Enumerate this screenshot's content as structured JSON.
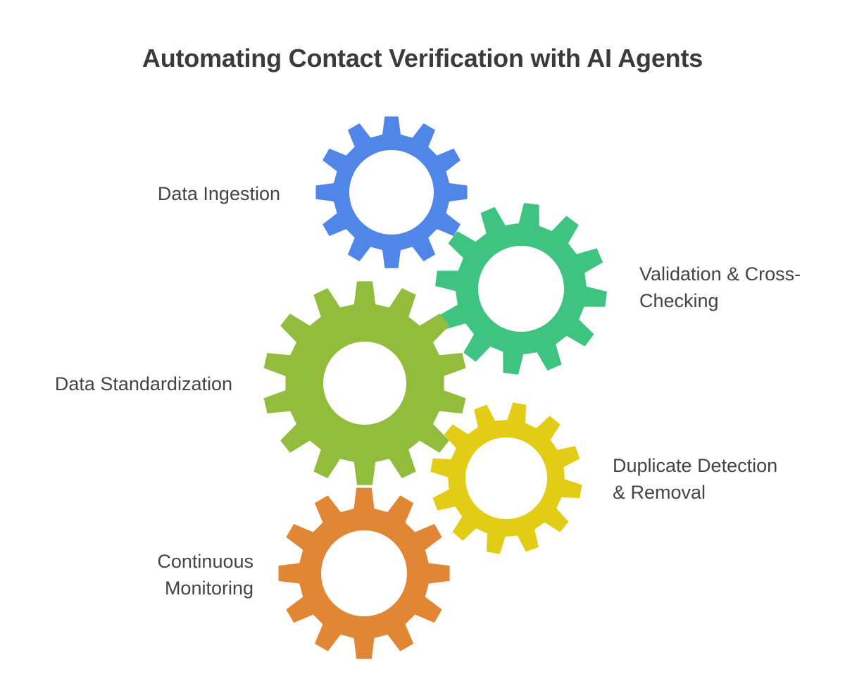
{
  "title": "Automating Contact Verification with AI Agents",
  "steps": [
    {
      "lines": [
        "Data Ingestion"
      ],
      "color": "#4f86e8"
    },
    {
      "lines": [
        "Validation & Cross-",
        "Checking"
      ],
      "color": "#3fc381"
    },
    {
      "lines": [
        "Data Standardization"
      ],
      "color": "#92bd3c"
    },
    {
      "lines": [
        "Duplicate Detection",
        "& Removal"
      ],
      "color": "#e2cc16"
    },
    {
      "lines": [
        "Continuous",
        "Monitoring"
      ],
      "color": "#e08634"
    }
  ]
}
